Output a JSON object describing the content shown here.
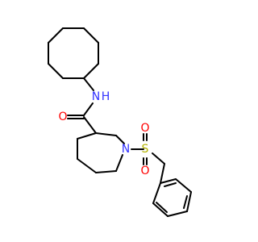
{
  "molecule": {
    "labels": {
      "nh_n": "N",
      "nh_h": "H",
      "carbonyl_o": "O",
      "ring_n": "N",
      "sulfur": "S",
      "sulfonyl_o_upper": "O",
      "sulfonyl_o_lower": "O"
    },
    "colors": {
      "nitrogen": "#3333ff",
      "oxygen": "#ff0000",
      "sulfur": "#b3b300",
      "bond": "#000000"
    }
  }
}
